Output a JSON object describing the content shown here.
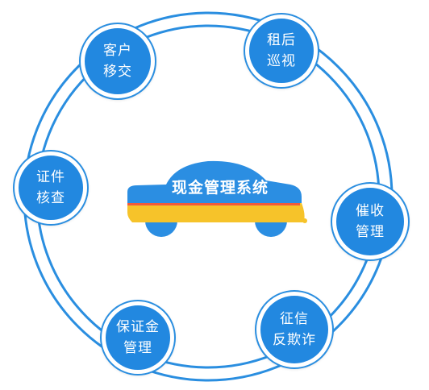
{
  "center": {
    "title": "现金管理系统"
  },
  "nodes": [
    {
      "line1": "客户",
      "line2": "移交"
    },
    {
      "line1": "租后",
      "line2": "巡视"
    },
    {
      "line1": "证件",
      "line2": "核查"
    },
    {
      "line1": "催收",
      "line2": "管理"
    },
    {
      "line1": "保证金",
      "line2": "管理"
    },
    {
      "line1": "征信",
      "line2": "反欺诈"
    }
  ],
  "colors": {
    "ring": "#2a8ee0",
    "node_fill": "#2288e0",
    "car_body": "#2b8ee2",
    "car_stripe_yellow": "#f6c32a",
    "car_stripe_red": "#ef5a3c"
  }
}
